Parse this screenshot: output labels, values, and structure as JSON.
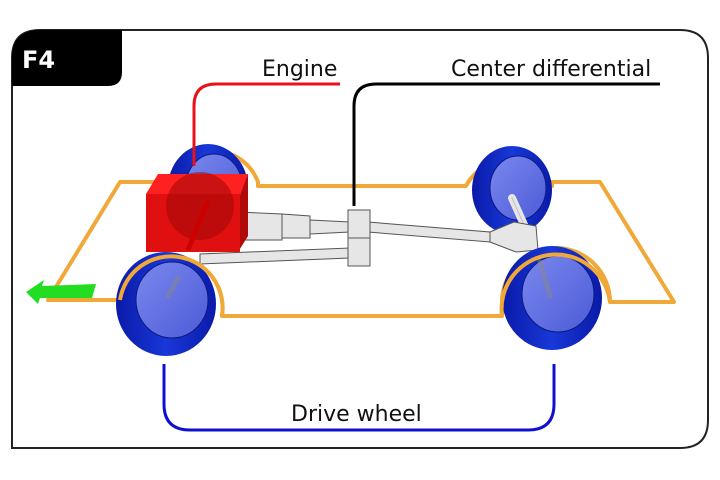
{
  "badge": {
    "text": "F4"
  },
  "labels": {
    "engine": "Engine",
    "center_differential": "Center differential",
    "drive_wheel": "Drive wheel"
  },
  "colors": {
    "engine_line": "#e8121a",
    "center_diff_line": "#000000",
    "drive_wheel_line": "#1010d0",
    "body_outline": "#f0a838",
    "wheel_tire": "#1020c0",
    "wheel_hub": "#6070e0",
    "engine_block": "#e01010",
    "shaft": "#e6e6e6",
    "direction_arrow": "#22dd22"
  },
  "direction_icon": "arrow-left-icon"
}
